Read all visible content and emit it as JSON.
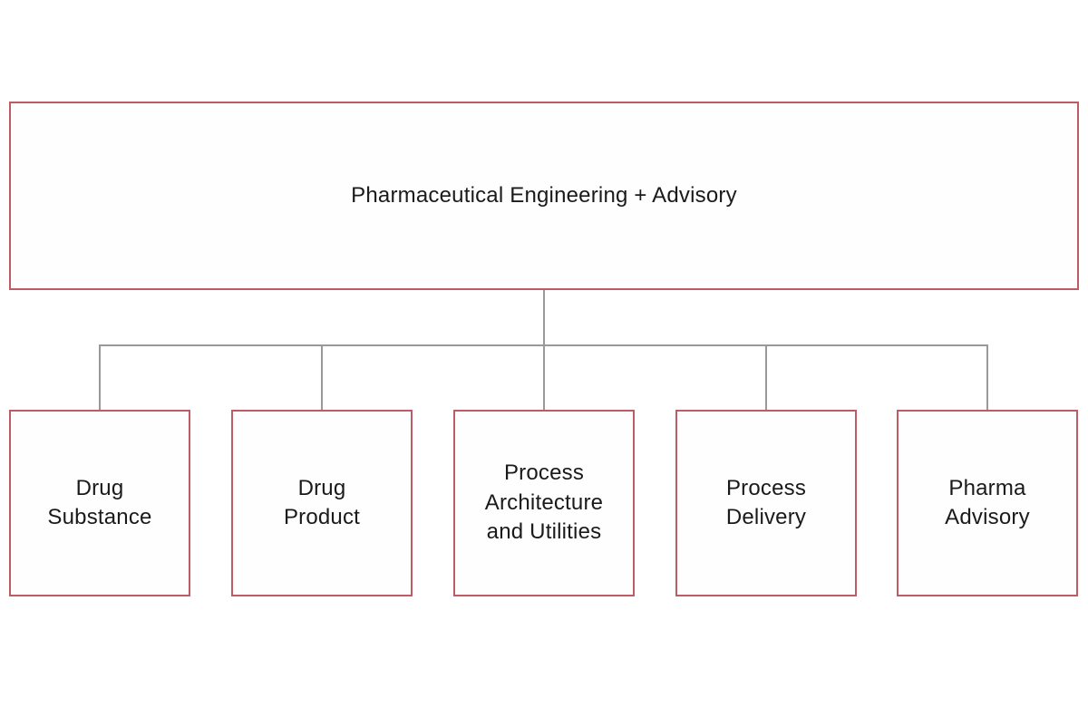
{
  "diagram": {
    "type": "org-chart",
    "title": "Pharmaceutical Engineering + Advisory",
    "children": [
      {
        "label": "Drug\nSubstance"
      },
      {
        "label": "Drug\nProduct"
      },
      {
        "label": "Process\nArchitecture\nand Utilities"
      },
      {
        "label": "Process\nDelivery"
      },
      {
        "label": "Pharma\nAdvisory"
      }
    ],
    "colors": {
      "box_border": "#c05a64",
      "connector": "#999999",
      "text": "#1a1a1a",
      "background": "#ffffff"
    }
  }
}
